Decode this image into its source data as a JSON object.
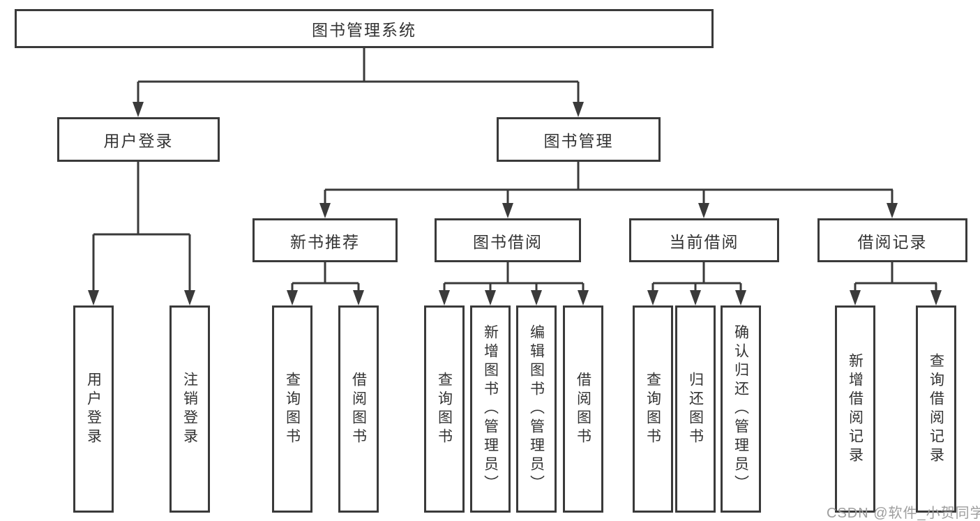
{
  "diagram": {
    "title_node_is_root": true,
    "root": {
      "label": "图书管理系统"
    },
    "branches": [
      {
        "label": "用户登录",
        "children": [
          {
            "label": "用户登录"
          },
          {
            "label": "注销登录"
          }
        ]
      },
      {
        "label": "图书管理",
        "children": [
          {
            "label": "新书推荐",
            "children": [
              {
                "label": "查询图书"
              },
              {
                "label": "借阅图书"
              }
            ]
          },
          {
            "label": "图书借阅",
            "children": [
              {
                "label": "查询图书"
              },
              {
                "label": "新增图书（管理员）"
              },
              {
                "label": "编辑图书（管理员）"
              },
              {
                "label": "借阅图书"
              }
            ]
          },
          {
            "label": "当前借阅",
            "children": [
              {
                "label": "查询图书"
              },
              {
                "label": "归还图书"
              },
              {
                "label": "确认归还（管理员）"
              }
            ]
          },
          {
            "label": "借阅记录",
            "children": [
              {
                "label": "新增借阅记录"
              },
              {
                "label": "查询借阅记录"
              }
            ]
          }
        ]
      }
    ]
  },
  "watermark": {
    "text": "CSDN @软件_小贺同学"
  },
  "colors": {
    "line": "#3a3a3a",
    "text": "#333333",
    "watermark": "#9e9e9e",
    "background": "#ffffff"
  }
}
